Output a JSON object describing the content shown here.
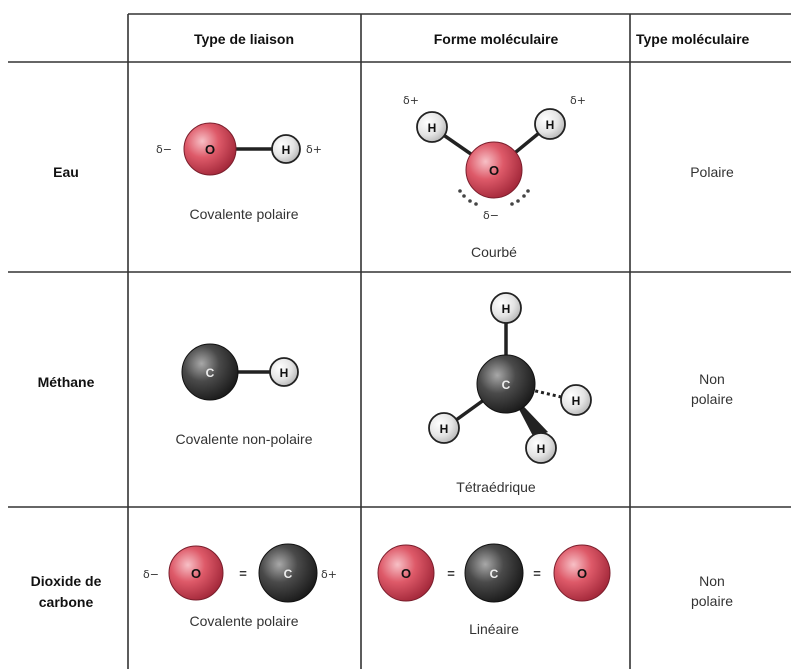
{
  "headers": {
    "bond_type": "Type de liaison",
    "molecular_shape": "Forme moléculaire",
    "molecular_type": "Type moléculaire"
  },
  "rows": [
    {
      "name": "Eau",
      "bond_caption": "Covalente polaire",
      "shape_caption": "Courbé",
      "type": "Polaire"
    },
    {
      "name": "Méthane",
      "bond_caption": "Covalente non-polaire",
      "shape_caption": "Tétraédrique",
      "type_line1": "Non",
      "type_line2": "polaire"
    },
    {
      "name_line1": "Dioxide de",
      "name_line2": "carbone",
      "bond_caption": "Covalente polaire",
      "shape_caption": "Linéaire",
      "type_line1": "Non",
      "type_line2": "polaire"
    }
  ],
  "atoms": {
    "oxygen": "O",
    "hydrogen": "H",
    "carbon": "C"
  },
  "symbols": {
    "delta_minus": "δ−",
    "delta_plus": "δ+",
    "double_bond": "="
  },
  "colors": {
    "oxygen": "#d9505e",
    "carbon": "#3d3d3d",
    "hydrogen": "#e8e8e8",
    "grid": "#333333"
  }
}
